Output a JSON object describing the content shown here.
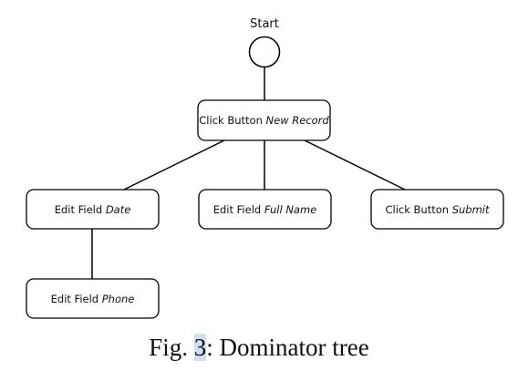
{
  "diagram": {
    "start_label": "Start",
    "nodes": {
      "root": {
        "prefix": "Click Button ",
        "italic": "New Record"
      },
      "date": {
        "prefix": "Edit Field ",
        "italic": "Date"
      },
      "fullname": {
        "prefix": "Edit Field ",
        "italic": "Full Name"
      },
      "submit": {
        "prefix": "Click Button ",
        "italic": "Submit"
      },
      "phone": {
        "prefix": "Edit Field ",
        "italic": "Phone"
      }
    }
  },
  "caption": {
    "prefix": "Fig. ",
    "number": "3",
    "suffix": ": Dominator tree"
  },
  "colors": {
    "stroke": "#000000",
    "highlight": "#cfe0f5"
  }
}
